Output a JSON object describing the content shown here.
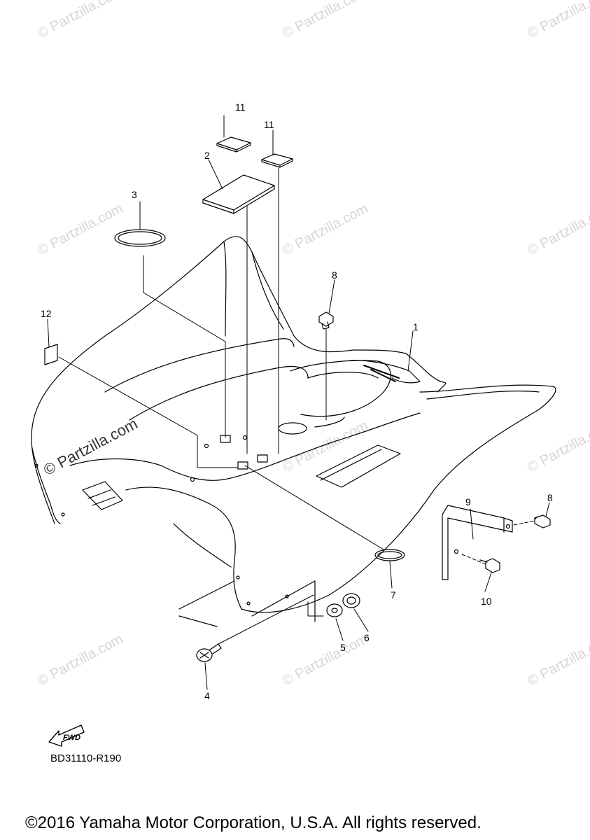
{
  "diagram": {
    "part_numbers": {
      "p1": "1",
      "p2": "2",
      "p3": "3",
      "p4": "4",
      "p5": "5",
      "p6": "6",
      "p7": "7",
      "p8a": "8",
      "p8b": "8",
      "p9": "9",
      "p10": "10",
      "p11a": "11",
      "p11b": "11",
      "p12": "12"
    },
    "fwd_label": "FWD",
    "diagram_code": "BD31110-R190",
    "copyright": "©2016 Yamaha Motor Corporation, U.S.A. All rights reserved."
  },
  "watermark": {
    "text": "© Partzilla.com",
    "color": "#d6d6d6"
  }
}
